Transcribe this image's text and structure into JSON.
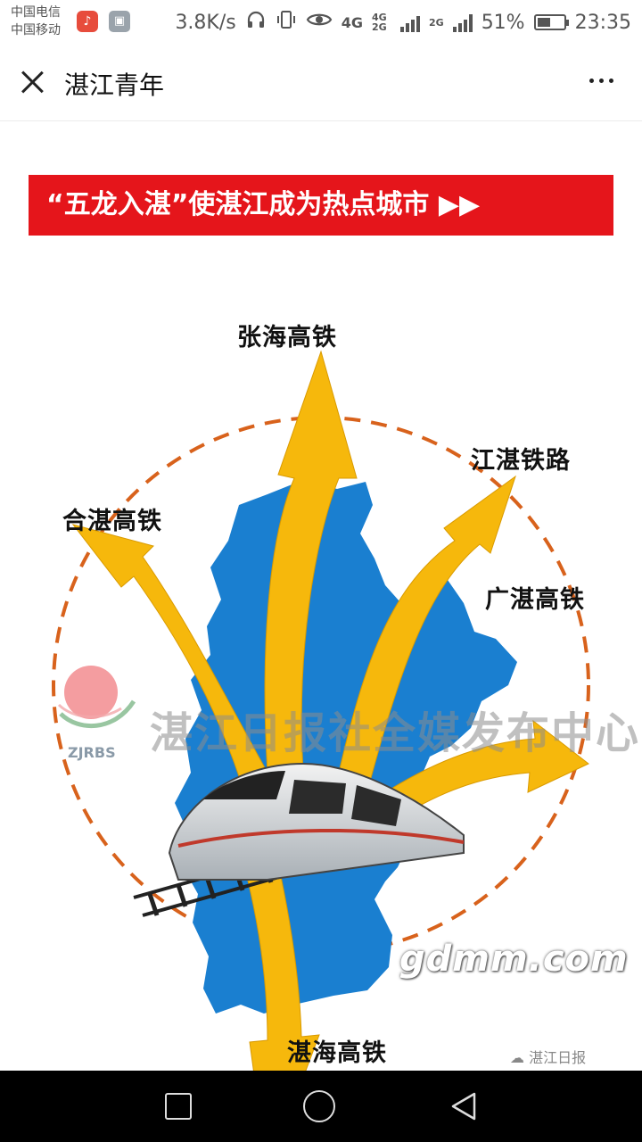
{
  "status_bar": {
    "carrier_1": "中国电信",
    "carrier_2": "中国移动",
    "net_speed": "3.8K/s",
    "network_1": "4G",
    "network_2": "4G 2G",
    "network_3": "2G",
    "battery_percent": "51%",
    "battery_level": 0.51,
    "time": "23:35"
  },
  "header": {
    "title": "湛江青年"
  },
  "article": {
    "banner_text": "“五龙入湛”使湛江成为热点城市 ▶▶",
    "routes": {
      "north": "张海高铁",
      "northeast": "江湛铁路",
      "northwest": "合湛高铁",
      "east": "广湛高铁",
      "south": "湛海高铁"
    },
    "watermark_logo_abbr": "ZJRBS",
    "watermark_text": "湛江日报社全媒发布中心",
    "source_tag": "湛江日报",
    "site_watermark": "gdmm.com"
  },
  "colors": {
    "banner_red": "#e5151b",
    "map_blue": "#1a7fd0",
    "arrow_yellow": "#f6b80c",
    "circle_orange": "#d8621c"
  }
}
